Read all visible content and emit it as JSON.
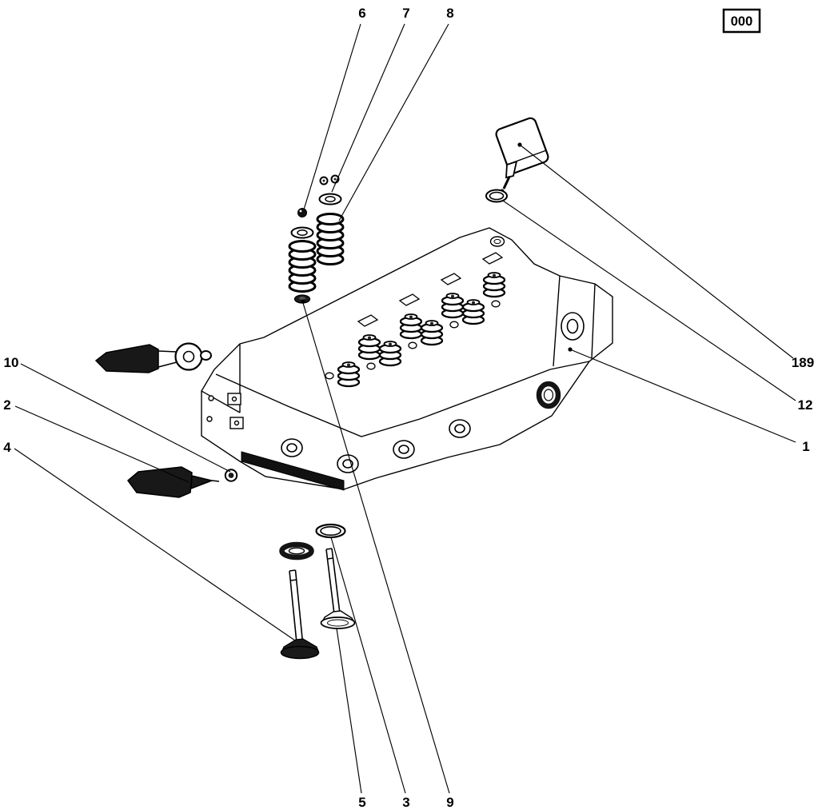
{
  "figure": {
    "code_box": "000",
    "callouts": {
      "top": {
        "n6": "6",
        "n7": "7",
        "n8": "8"
      },
      "right": {
        "n189": "189",
        "n12": "12",
        "n1": "1"
      },
      "left": {
        "n10": "10",
        "n2": "2",
        "n4": "4"
      },
      "bottom": {
        "n5": "5",
        "n3": "3",
        "n9": "9"
      }
    }
  }
}
